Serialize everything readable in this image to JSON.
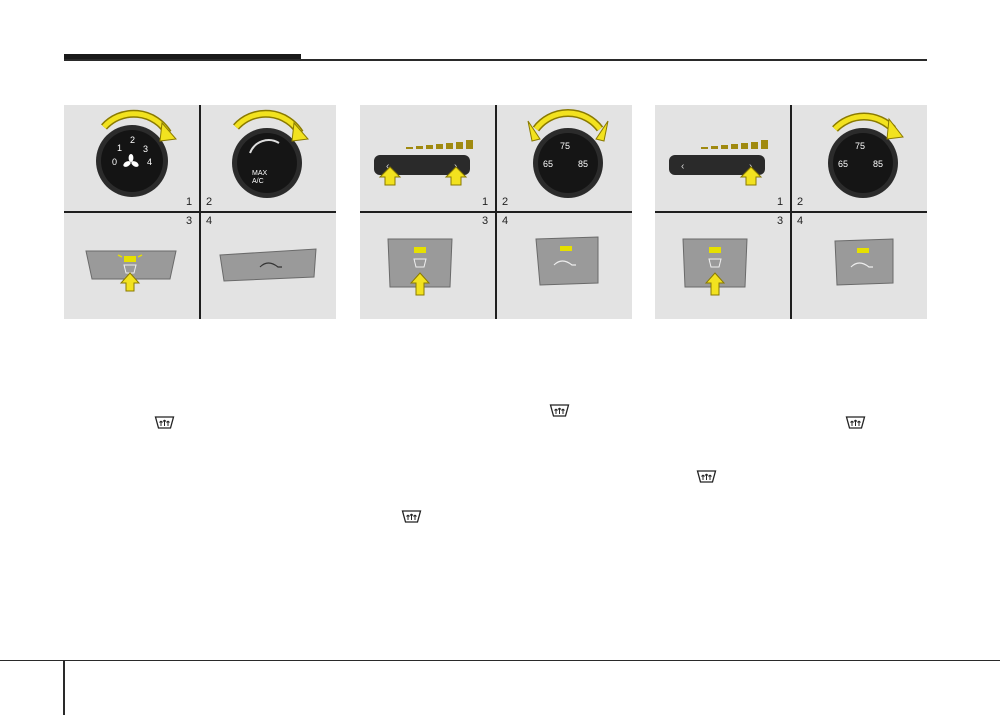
{
  "figures": [
    {
      "id": "manual",
      "quadrants": [
        "1",
        "2",
        "3",
        "4"
      ],
      "dial_labels": [
        "0",
        "1",
        "2",
        "3",
        "4"
      ],
      "ac_label": [
        "MAX",
        "A/C"
      ]
    },
    {
      "id": "auto-a",
      "quadrants": [
        "1",
        "2",
        "3",
        "4"
      ],
      "temp_labels": [
        "75",
        "65",
        "85"
      ]
    },
    {
      "id": "auto-b",
      "quadrants": [
        "1",
        "2",
        "3",
        "4"
      ],
      "temp_labels": [
        "75",
        "65",
        "85"
      ]
    }
  ],
  "colors": {
    "arrow_fill": "#f2e21f",
    "arrow_stroke": "#8a7a00",
    "indicator": "#e6e000",
    "panel_bg": "#e3e3e3"
  },
  "icons": [
    "defrost-icon",
    "defrost-icon",
    "defrost-icon",
    "defrost-icon"
  ]
}
